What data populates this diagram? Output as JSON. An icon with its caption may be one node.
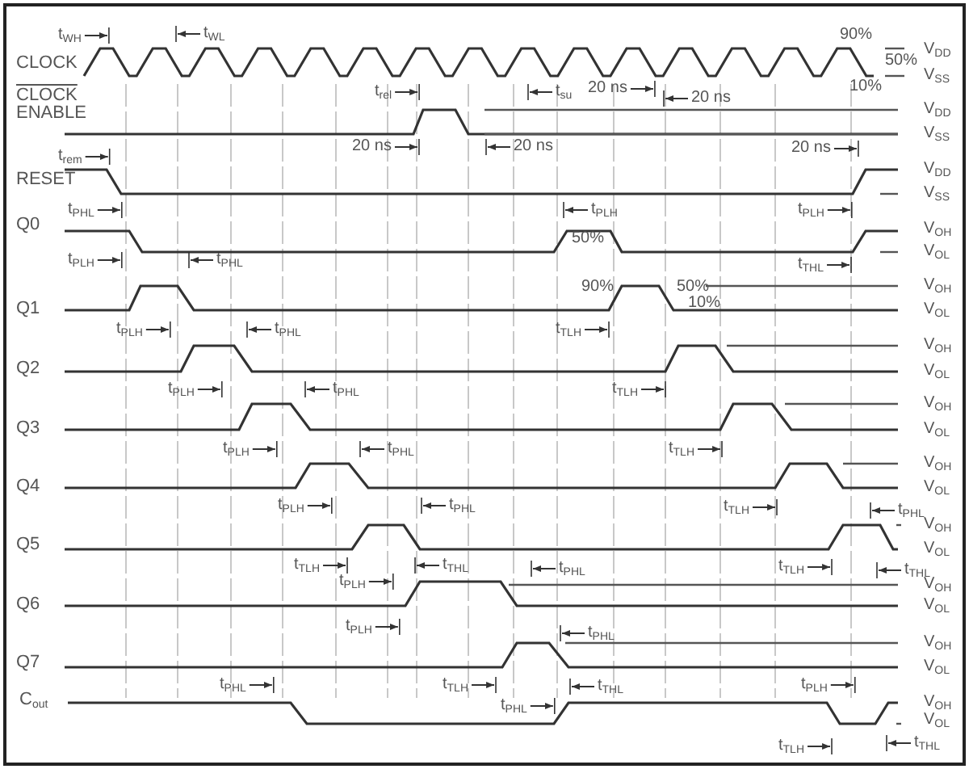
{
  "diagram": {
    "labels": [
      "t$_{WH}$",
      "t$_{WL}$",
      "CLOCK",
      "90%",
      "V$_{DD}$",
      "50%",
      "10%",
      "V$_{SS}$",
      "t$_{rel}$",
      "t$_{su}$",
      "20 ns",
      "20 ns",
      "CLOCK ENABLE",
      "V$_{DD}$",
      "V$_{SS}$",
      "20 ns",
      "20 ns",
      "20 ns",
      "t$_{rem}$",
      "V$_{DD}$",
      "RESET",
      "V$_{SS}$",
      "t$_{PHL}$",
      "t$_{PLH}$",
      "t$_{PLH}$",
      "Q0",
      "V$_{OH}$",
      "50%",
      "V$_{OL}$",
      "t$_{PLH}$",
      "t$_{PHL}$",
      "t$_{THL}$",
      "90%",
      "50%",
      "V$_{OH}$",
      "10%",
      "Q1",
      "V$_{OL}$",
      "t$_{PLH}$",
      "t$_{PHL}$",
      "t$_{TLH}$",
      "V$_{OH}$",
      "Q2",
      "V$_{OL}$",
      "t$_{PLH}$",
      "t$_{PHL}$",
      "t$_{TLH}$",
      "V$_{OH}$",
      "Q3",
      "V$_{OL}$",
      "t$_{PLH}$",
      "t$_{PHL}$",
      "t$_{TLH}$",
      "V$_{OH}$",
      "Q4",
      "V$_{OL}$",
      "t$_{PLH}$",
      "t$_{PHL}$",
      "t$_{TLH}$",
      "t$_{PHL}$",
      "V$_{OH}$",
      "Q5",
      "V$_{OL}$",
      "t$_{TLH}$",
      "t$_{THL}$",
      "t$_{TLH}$",
      "t$_{THL}$",
      "t$_{PLH}$",
      "t$_{PHL}$",
      "V$_{OH}$",
      "Q6",
      "V$_{OL}$",
      "t$_{PLH}$",
      "t$_{PHL}$",
      "V$_{OH}$",
      "Q7",
      "V$_{OL}$",
      "t$_{PHL}$",
      "t$_{TLH}$",
      "t$_{THL}$",
      "t$_{PLH}$",
      "C$_{out}$",
      "t$_{PHL}$",
      "V$_{OH}$",
      "V$_{OL}$",
      "t$_{TLH}$",
      "t$_{THL}$"
    ]
  }
}
